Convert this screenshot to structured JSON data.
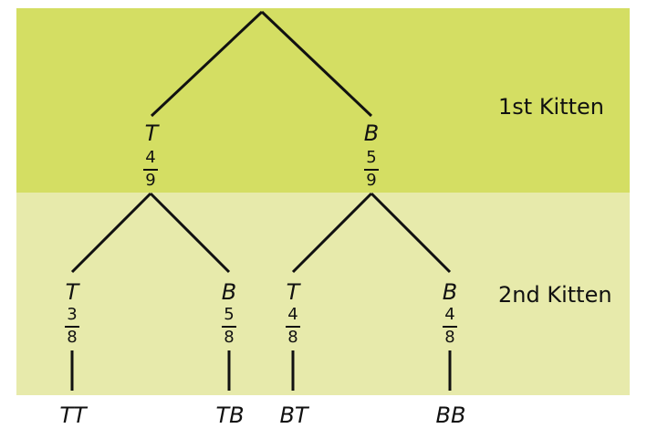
{
  "colors": {
    "top_band": "#d4de63",
    "bottom_band": "#e7eaab",
    "ink": "#111111"
  },
  "levels": {
    "first": "1st Kitten",
    "second": "2nd Kitten"
  },
  "first": {
    "left": {
      "letter": "T",
      "num": "4",
      "den": "9"
    },
    "right": {
      "letter": "B",
      "num": "5",
      "den": "9"
    }
  },
  "second": [
    {
      "letter": "T",
      "num": "3",
      "den": "8",
      "outcome": "TT"
    },
    {
      "letter": "B",
      "num": "5",
      "den": "8",
      "outcome": "TB"
    },
    {
      "letter": "T",
      "num": "4",
      "den": "8",
      "outcome": "BT"
    },
    {
      "letter": "B",
      "num": "4",
      "den": "8",
      "outcome": "BB"
    }
  ]
}
